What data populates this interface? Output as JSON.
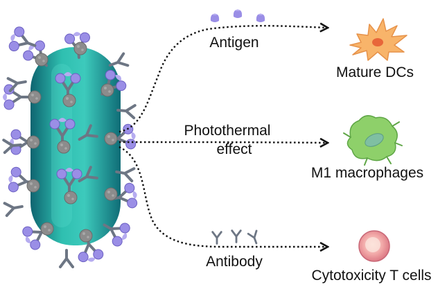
{
  "paths": {
    "antigen": {
      "label": "Antigen",
      "target": "Mature DCs"
    },
    "photothermal": {
      "label_line1": "Photothermal",
      "label_line2": "effect",
      "target": "M1 macrophages"
    },
    "antibody": {
      "label": "Antibody",
      "target": "Cytotoxicity T cells"
    }
  },
  "colors": {
    "rod_light": "#3fcfc0",
    "rod_mid": "#22a59e",
    "rod_dark": "#0f6f78",
    "antigen": "#9a8ee6",
    "antibody": "#6d7684",
    "node": "#8c8c8c",
    "dc": "#f8b46a",
    "macrophage": "#8ed06a",
    "tcell": "#e98f97"
  }
}
